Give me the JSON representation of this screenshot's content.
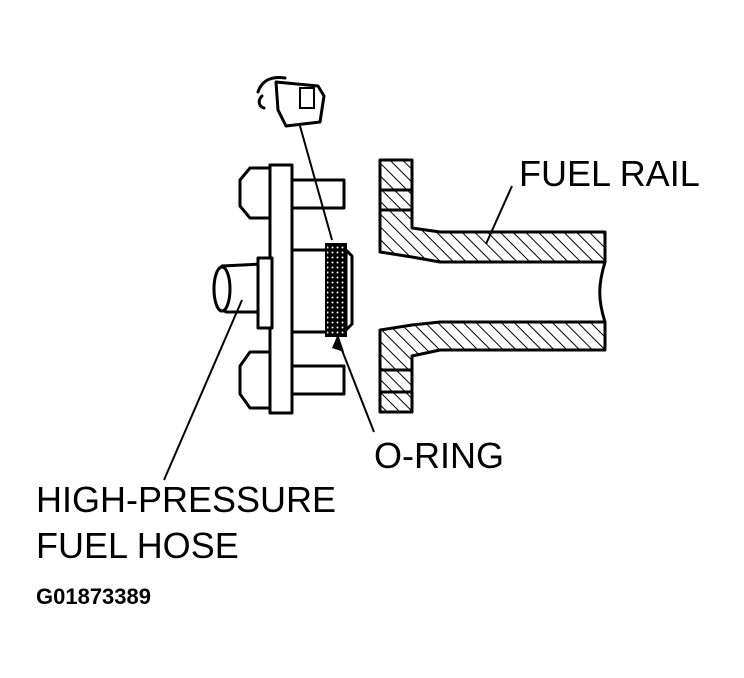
{
  "labels": {
    "fuel_rail": "FUEL RAIL",
    "o_ring": "O-RING",
    "hose_line1": "HIGH-PRESSURE",
    "hose_line2": "FUEL HOSE",
    "figure_id": "G01873389"
  },
  "colors": {
    "ink": "#000000",
    "paper": "#ffffff"
  }
}
